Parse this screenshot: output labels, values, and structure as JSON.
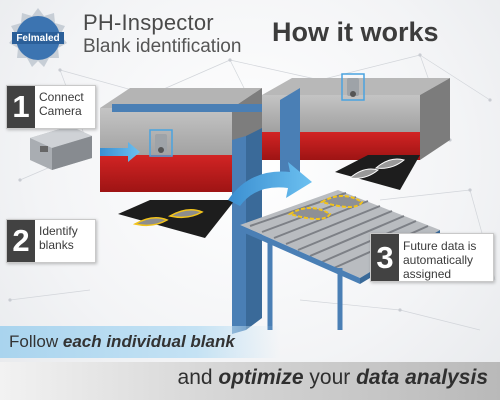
{
  "brand": {
    "logo_text": "Felmaled"
  },
  "header": {
    "title": "PH-Inspector",
    "subtitle": "Blank identification",
    "headline": "How it works"
  },
  "steps": [
    {
      "number": "1",
      "label_line1": "Connect",
      "label_line2": "Camera"
    },
    {
      "number": "2",
      "label_line1": "Identify",
      "label_line2": "blanks"
    },
    {
      "number": "3",
      "label_line1": "Future data is",
      "label_line2": "automatically",
      "label_line3": "assigned"
    }
  ],
  "banner": {
    "follow_prefix": "Follow ",
    "follow_emphasis": "each individual blank",
    "optimize_prefix": "and ",
    "optimize_emphasis": "optimize",
    "optimize_middle": " your ",
    "optimize_suffix": "data analysis"
  },
  "colors": {
    "accent_blue": "#4a7fb5",
    "arrow_blue": "#4aa3df",
    "machine_red": "#c41e1e",
    "machine_gray": "#9a9a9a",
    "blank_yellow": "#f2c31b",
    "dark": "#424242"
  },
  "icons": [
    "logo-seal-icon",
    "camera-icon",
    "arrow-icon",
    "curved-arrow-icon"
  ]
}
